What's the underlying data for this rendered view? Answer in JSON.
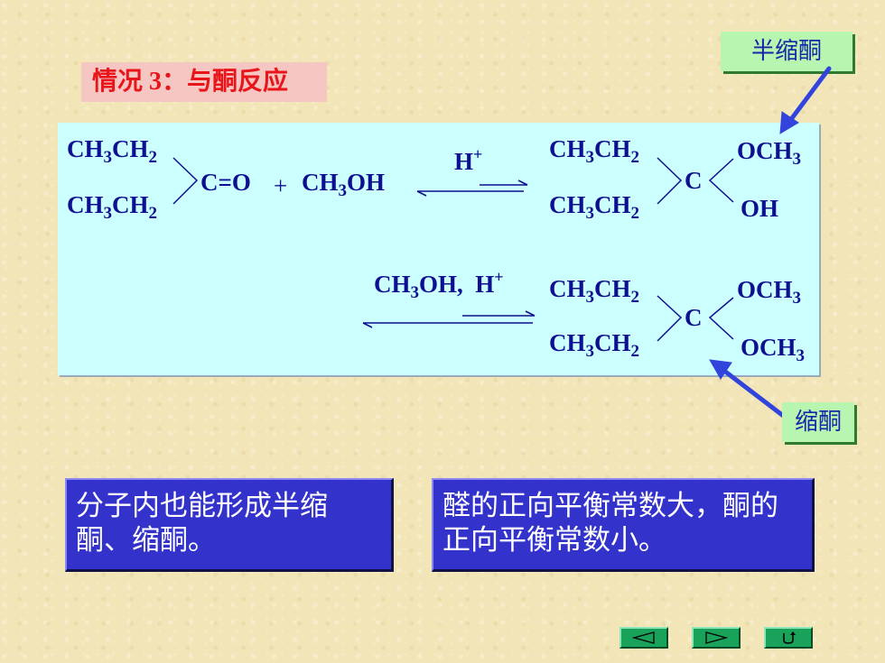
{
  "title": "情况 3：与酮反应",
  "labels": {
    "hemiketal": "半缩酮",
    "ketal": "缩酮"
  },
  "reaction": {
    "reactant_upper": "CH3CH2",
    "reactant_lower": "CH3CH2",
    "carbonyl": "C=O",
    "plus": "+",
    "methanol": "CH3OH",
    "catalyst1": "H+",
    "product1_upper": "CH3CH2",
    "product1_lower": "CH3CH2",
    "product1_center": "C",
    "product1_sub_upper": "OCH3",
    "product1_sub_lower": "OH",
    "catalyst2": "CH3OH, H+",
    "product2_upper": "CH3CH2",
    "product2_lower": "CH3CH2",
    "product2_center": "C",
    "product2_sub_upper": "OCH3",
    "product2_sub_lower": "OCH3"
  },
  "notes": {
    "left": "分子内也能形成半缩酮、缩酮。",
    "right": "醛的正向平衡常数大，酮的正向平衡常数小。"
  },
  "nav": {
    "prev_icon": "triangle-left-icon",
    "next_icon": "triangle-right-icon",
    "return_icon": "return-icon"
  },
  "colors": {
    "background": "#f2e6b8",
    "panel": "#ccffff",
    "chem_text": "#0c0f8f",
    "title_text": "#e8151b",
    "title_bg": "#f6c6c2",
    "label_bg": "#b7f5b0",
    "note_bg": "#3333cc",
    "arrow": "#3344dd",
    "nav_green": "#19a35a"
  }
}
